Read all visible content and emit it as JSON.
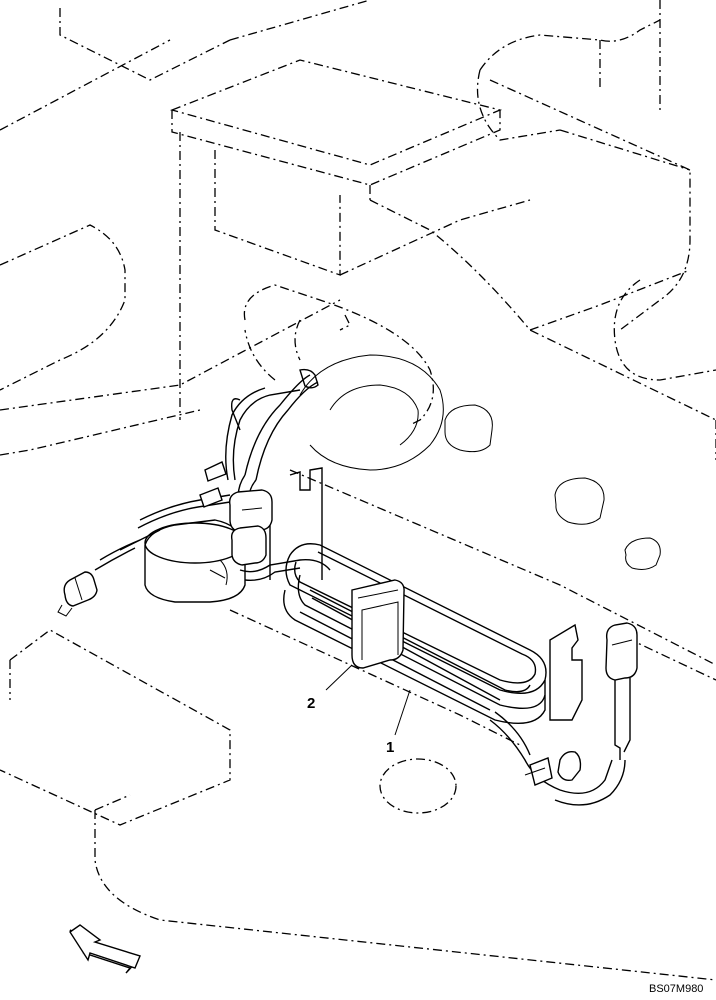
{
  "callouts": [
    {
      "id": "1",
      "label": "1"
    },
    {
      "id": "2",
      "label": "2"
    }
  ],
  "figure_code": "BS07M980",
  "icons": {
    "orientation_arrow": "direction-arrow-icon"
  }
}
